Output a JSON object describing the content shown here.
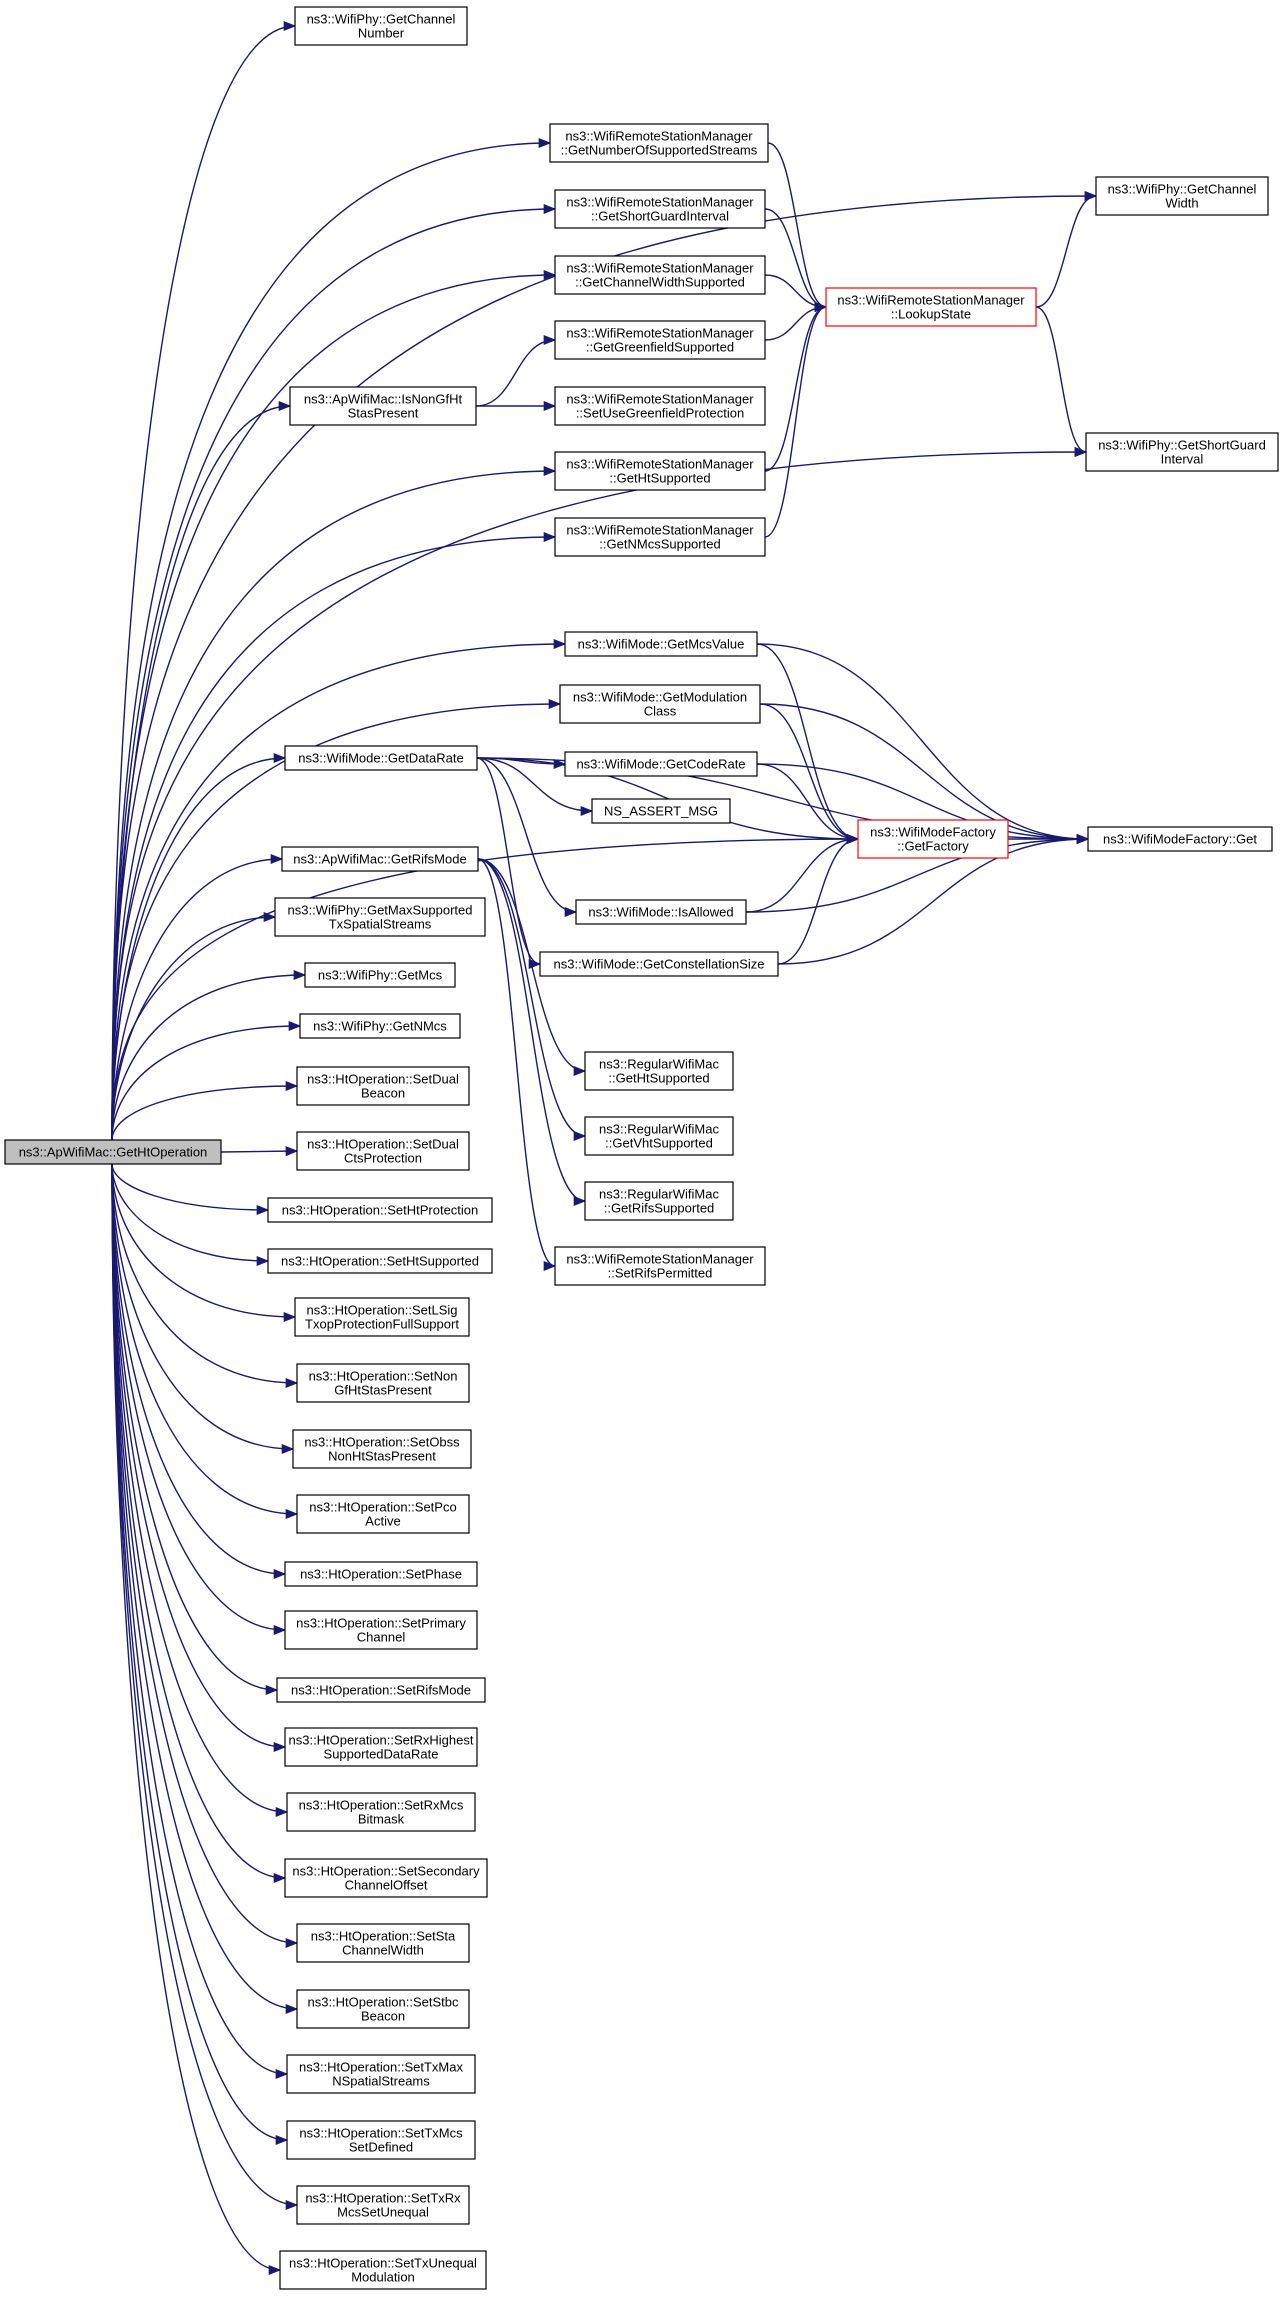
{
  "colors": {
    "edge": "#191970",
    "highlight_border": "#ff0000",
    "root_fill": "#bfbfbf"
  },
  "nodes": [
    {
      "id": "root",
      "lines": [
        "ns3::ApWifiMac::GetHtOperation"
      ]
    },
    {
      "id": "n_phy_chan_num",
      "lines": [
        "ns3::WifiPhy::GetChannel",
        "Number"
      ]
    },
    {
      "id": "n_rsm_nss",
      "lines": [
        "ns3::WifiRemoteStationManager",
        "::GetNumberOfSupportedStreams"
      ]
    },
    {
      "id": "n_rsm_sgi",
      "lines": [
        "ns3::WifiRemoteStationManager",
        "::GetShortGuardInterval"
      ]
    },
    {
      "id": "n_rsm_cws",
      "lines": [
        "ns3::WifiRemoteStationManager",
        "::GetChannelWidthSupported"
      ]
    },
    {
      "id": "n_rsm_gfs",
      "lines": [
        "ns3::WifiRemoteStationManager",
        "::GetGreenfieldSupported"
      ]
    },
    {
      "id": "n_rsm_sugp",
      "lines": [
        "ns3::WifiRemoteStationManager",
        "::SetUseGreenfieldProtection"
      ]
    },
    {
      "id": "n_rsm_hts",
      "lines": [
        "ns3::WifiRemoteStationManager",
        "::GetHtSupported"
      ]
    },
    {
      "id": "n_rsm_nmcs",
      "lines": [
        "ns3::WifiRemoteStationManager",
        "::GetNMcsSupported"
      ]
    },
    {
      "id": "n_rsm_lookup",
      "lines": [
        "ns3::WifiRemoteStationManager",
        "::LookupState"
      ]
    },
    {
      "id": "n_phy_cw",
      "lines": [
        "ns3::WifiPhy::GetChannel",
        "Width"
      ]
    },
    {
      "id": "n_phy_sgi",
      "lines": [
        "ns3::WifiPhy::GetShortGuard",
        "Interval"
      ]
    },
    {
      "id": "n_ap_nongf",
      "lines": [
        "ns3::ApWifiMac::IsNonGfHt",
        "StasPresent"
      ]
    },
    {
      "id": "n_mode_mcs",
      "lines": [
        "ns3::WifiMode::GetMcsValue"
      ]
    },
    {
      "id": "n_mode_modclass",
      "lines": [
        "ns3::WifiMode::GetModulation",
        "Class"
      ]
    },
    {
      "id": "n_mode_datarate",
      "lines": [
        "ns3::WifiMode::GetDataRate"
      ]
    },
    {
      "id": "n_mode_coderate",
      "lines": [
        "ns3::WifiMode::GetCodeRate"
      ]
    },
    {
      "id": "n_assert",
      "lines": [
        "NS_ASSERT_MSG"
      ]
    },
    {
      "id": "n_mf_getfactory",
      "lines": [
        "ns3::WifiModeFactory",
        "::GetFactory"
      ]
    },
    {
      "id": "n_mf_get",
      "lines": [
        "ns3::WifiModeFactory::Get"
      ]
    },
    {
      "id": "n_ap_rifs",
      "lines": [
        "ns3::ApWifiMac::GetRifsMode"
      ]
    },
    {
      "id": "n_mode_allowed",
      "lines": [
        "ns3::WifiMode::IsAllowed"
      ]
    },
    {
      "id": "n_mode_constel",
      "lines": [
        "ns3::WifiMode::GetConstellationSize"
      ]
    },
    {
      "id": "n_phy_maxss",
      "lines": [
        "ns3::WifiPhy::GetMaxSupported",
        "TxSpatialStreams"
      ]
    },
    {
      "id": "n_phy_mcs",
      "lines": [
        "ns3::WifiPhy::GetMcs"
      ]
    },
    {
      "id": "n_phy_nmcs",
      "lines": [
        "ns3::WifiPhy::GetNMcs"
      ]
    },
    {
      "id": "n_reg_ht",
      "lines": [
        "ns3::RegularWifiMac",
        "::GetHtSupported"
      ]
    },
    {
      "id": "n_reg_vht",
      "lines": [
        "ns3::RegularWifiMac",
        "::GetVhtSupported"
      ]
    },
    {
      "id": "n_reg_rifs",
      "lines": [
        "ns3::RegularWifiMac",
        "::GetRifsSupported"
      ]
    },
    {
      "id": "n_rsm_rifs",
      "lines": [
        "ns3::WifiRemoteStationManager",
        "::SetRifsPermitted"
      ]
    },
    {
      "id": "n_ht_dualbeacon",
      "lines": [
        "ns3::HtOperation::SetDual",
        "Beacon"
      ]
    },
    {
      "id": "n_ht_dualcts",
      "lines": [
        "ns3::HtOperation::SetDual",
        "CtsProtection"
      ]
    },
    {
      "id": "n_ht_htprot",
      "lines": [
        "ns3::HtOperation::SetHtProtection"
      ]
    },
    {
      "id": "n_ht_htsup",
      "lines": [
        "ns3::HtOperation::SetHtSupported"
      ]
    },
    {
      "id": "n_ht_lsig",
      "lines": [
        "ns3::HtOperation::SetLSig",
        "TxopProtectionFullSupport"
      ]
    },
    {
      "id": "n_ht_nongf",
      "lines": [
        "ns3::HtOperation::SetNon",
        "GfHtStasPresent"
      ]
    },
    {
      "id": "n_ht_obss",
      "lines": [
        "ns3::HtOperation::SetObss",
        "NonHtStasPresent"
      ]
    },
    {
      "id": "n_ht_pco",
      "lines": [
        "ns3::HtOperation::SetPco",
        "Active"
      ]
    },
    {
      "id": "n_ht_phase",
      "lines": [
        "ns3::HtOperation::SetPhase"
      ]
    },
    {
      "id": "n_ht_primary",
      "lines": [
        "ns3::HtOperation::SetPrimary",
        "Channel"
      ]
    },
    {
      "id": "n_ht_rifs",
      "lines": [
        "ns3::HtOperation::SetRifsMode"
      ]
    },
    {
      "id": "n_ht_rxhigh",
      "lines": [
        "ns3::HtOperation::SetRxHighest",
        "SupportedDataRate"
      ]
    },
    {
      "id": "n_ht_rxmcs",
      "lines": [
        "ns3::HtOperation::SetRxMcs",
        "Bitmask"
      ]
    },
    {
      "id": "n_ht_secondary",
      "lines": [
        "ns3::HtOperation::SetSecondary",
        "ChannelOffset"
      ]
    },
    {
      "id": "n_ht_stacw",
      "lines": [
        "ns3::HtOperation::SetSta",
        "ChannelWidth"
      ]
    },
    {
      "id": "n_ht_stbc",
      "lines": [
        "ns3::HtOperation::SetStbc",
        "Beacon"
      ]
    },
    {
      "id": "n_ht_txmax",
      "lines": [
        "ns3::HtOperation::SetTxMax",
        "NSpatialStreams"
      ]
    },
    {
      "id": "n_ht_txmcs",
      "lines": [
        "ns3::HtOperation::SetTxMcs",
        "SetDefined"
      ]
    },
    {
      "id": "n_ht_txrx",
      "lines": [
        "ns3::HtOperation::SetTxRx",
        "McsSetUnequal"
      ]
    },
    {
      "id": "n_ht_txuneq",
      "lines": [
        "ns3::HtOperation::SetTxUnequal",
        "Modulation"
      ]
    }
  ],
  "edges": [
    [
      "root",
      "n_phy_chan_num"
    ],
    [
      "root",
      "n_rsm_nss"
    ],
    [
      "root",
      "n_rsm_sgi"
    ],
    [
      "root",
      "n_rsm_cws"
    ],
    [
      "root",
      "n_ap_nongf"
    ],
    [
      "root",
      "n_rsm_hts"
    ],
    [
      "root",
      "n_rsm_nmcs"
    ],
    [
      "root",
      "n_phy_cw"
    ],
    [
      "root",
      "n_phy_sgi"
    ],
    [
      "root",
      "n_mode_mcs"
    ],
    [
      "root",
      "n_mode_modclass"
    ],
    [
      "root",
      "n_mode_datarate"
    ],
    [
      "root",
      "n_mf_getfactory"
    ],
    [
      "root",
      "n_ap_rifs"
    ],
    [
      "root",
      "n_phy_maxss"
    ],
    [
      "root",
      "n_phy_mcs"
    ],
    [
      "root",
      "n_phy_nmcs"
    ],
    [
      "root",
      "n_ht_dualbeacon"
    ],
    [
      "root",
      "n_ht_dualcts"
    ],
    [
      "root",
      "n_ht_htprot"
    ],
    [
      "root",
      "n_ht_htsup"
    ],
    [
      "root",
      "n_ht_lsig"
    ],
    [
      "root",
      "n_ht_nongf"
    ],
    [
      "root",
      "n_ht_obss"
    ],
    [
      "root",
      "n_ht_pco"
    ],
    [
      "root",
      "n_ht_phase"
    ],
    [
      "root",
      "n_ht_primary"
    ],
    [
      "root",
      "n_ht_rifs"
    ],
    [
      "root",
      "n_ht_rxhigh"
    ],
    [
      "root",
      "n_ht_rxmcs"
    ],
    [
      "root",
      "n_ht_secondary"
    ],
    [
      "root",
      "n_ht_stacw"
    ],
    [
      "root",
      "n_ht_stbc"
    ],
    [
      "root",
      "n_ht_txmax"
    ],
    [
      "root",
      "n_ht_txmcs"
    ],
    [
      "root",
      "n_ht_txrx"
    ],
    [
      "root",
      "n_ht_txuneq"
    ],
    [
      "n_rsm_nss",
      "n_rsm_lookup"
    ],
    [
      "n_rsm_sgi",
      "n_rsm_lookup"
    ],
    [
      "n_rsm_cws",
      "n_rsm_lookup"
    ],
    [
      "n_rsm_gfs",
      "n_rsm_lookup"
    ],
    [
      "n_rsm_hts",
      "n_rsm_lookup"
    ],
    [
      "n_rsm_nmcs",
      "n_rsm_lookup"
    ],
    [
      "n_rsm_lookup",
      "n_phy_cw"
    ],
    [
      "n_rsm_lookup",
      "n_phy_sgi"
    ],
    [
      "n_ap_nongf",
      "n_rsm_gfs"
    ],
    [
      "n_ap_nongf",
      "n_rsm_sugp"
    ],
    [
      "n_mode_mcs",
      "n_mf_getfactory"
    ],
    [
      "n_mode_mcs",
      "n_mf_get"
    ],
    [
      "n_mode_modclass",
      "n_mf_getfactory"
    ],
    [
      "n_mode_modclass",
      "n_mf_get"
    ],
    [
      "n_mode_coderate",
      "n_mf_getfactory"
    ],
    [
      "n_mode_coderate",
      "n_mf_get"
    ],
    [
      "n_mode_datarate",
      "n_mode_coderate"
    ],
    [
      "n_mode_datarate",
      "n_assert"
    ],
    [
      "n_mode_datarate",
      "n_mf_getfactory"
    ],
    [
      "n_mode_datarate",
      "n_mode_allowed"
    ],
    [
      "n_mode_datarate",
      "n_mode_constel"
    ],
    [
      "n_mode_datarate",
      "n_mf_get"
    ],
    [
      "n_mode_allowed",
      "n_mf_getfactory"
    ],
    [
      "n_mode_allowed",
      "n_mf_get"
    ],
    [
      "n_mode_constel",
      "n_mf_getfactory"
    ],
    [
      "n_mode_constel",
      "n_mf_get"
    ],
    [
      "n_mf_getfactory",
      "n_mf_get"
    ],
    [
      "n_ap_rifs",
      "n_reg_ht"
    ],
    [
      "n_ap_rifs",
      "n_reg_vht"
    ],
    [
      "n_ap_rifs",
      "n_reg_rifs"
    ],
    [
      "n_ap_rifs",
      "n_rsm_rifs"
    ]
  ]
}
